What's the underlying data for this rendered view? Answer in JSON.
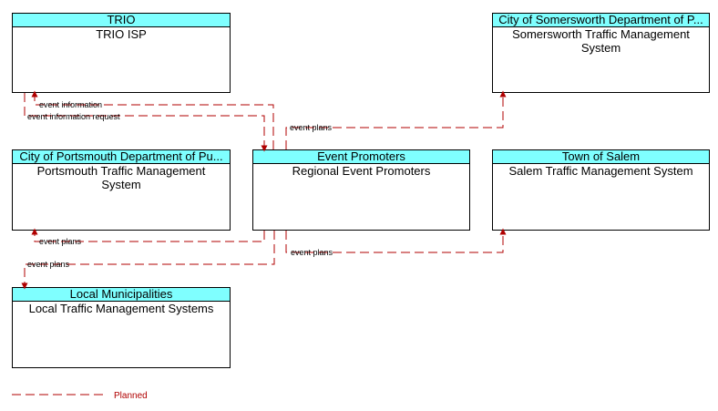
{
  "nodes": {
    "trio": {
      "header": "TRIO",
      "body": "TRIO ISP"
    },
    "somersworth": {
      "header": "City of Somersworth Department of P...",
      "body": "Somersworth Traffic Management System"
    },
    "portsmouth": {
      "header": "City of Portsmouth Department of Pu...",
      "body": "Portsmouth Traffic Management System"
    },
    "event_promoters": {
      "header": "Event Promoters",
      "body": "Regional Event Promoters"
    },
    "salem": {
      "header": "Town of Salem",
      "body": "Salem Traffic Management System"
    },
    "local": {
      "header": "Local Municipalities",
      "body": "Local Traffic Management Systems"
    }
  },
  "flows": {
    "event_information": "event information",
    "event_information_request": "event information request",
    "event_plans_somersworth": "event plans",
    "event_plans_portsmouth": "event plans",
    "event_plans_local": "event plans",
    "event_plans_salem": "event plans"
  },
  "legend": {
    "planned": "Planned"
  },
  "colors": {
    "header_fill": "#7fffff",
    "flow_line": "#b00000"
  }
}
